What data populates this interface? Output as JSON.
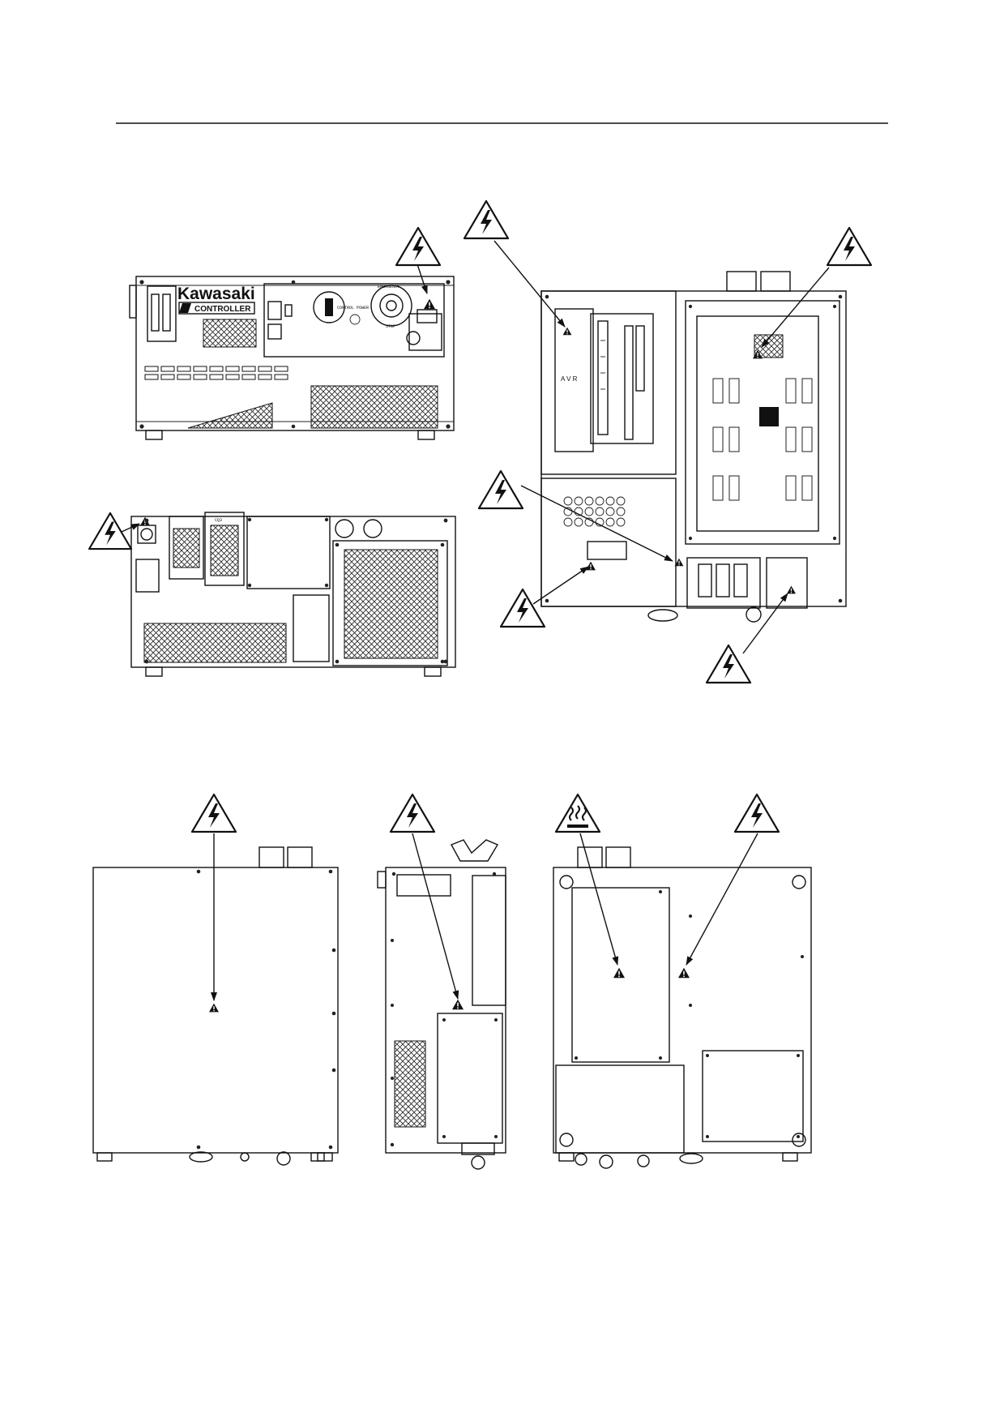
{
  "panel_labels": {
    "brand": "Kawasaki",
    "controller": "CONTROLLER",
    "avr": "A V R",
    "control_power": "CONTROL POWER",
    "emergency": "EMERGENCY",
    "stop": "STOP",
    "connector_cn": "CQ3"
  },
  "symbols": {
    "high_voltage": "high-voltage-warning-icon",
    "hot_surface": "hot-surface-warning-icon",
    "caution": "caution-icon"
  },
  "colors": {
    "line": "#111111",
    "background": "#ffffff"
  }
}
